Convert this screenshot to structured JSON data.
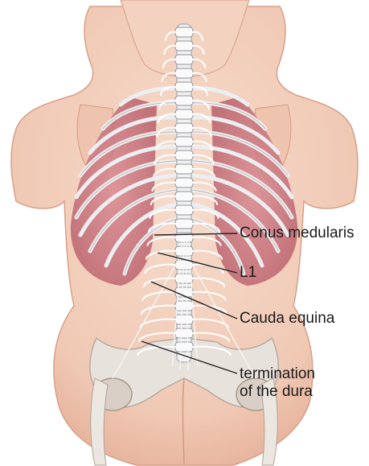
{
  "labels": {
    "conus": "Conus medularis",
    "l1": "L1",
    "cauda": "Cauda equina",
    "termination_line1": "termination",
    "termination_line2": "of the dura"
  },
  "colors": {
    "skin": "#f3d2c0",
    "skin_shadow": "#e3ac95",
    "lung": "#c9707a",
    "rib": "#e9ecef",
    "nerve": "#f4f4f4",
    "leader": "#222222"
  }
}
